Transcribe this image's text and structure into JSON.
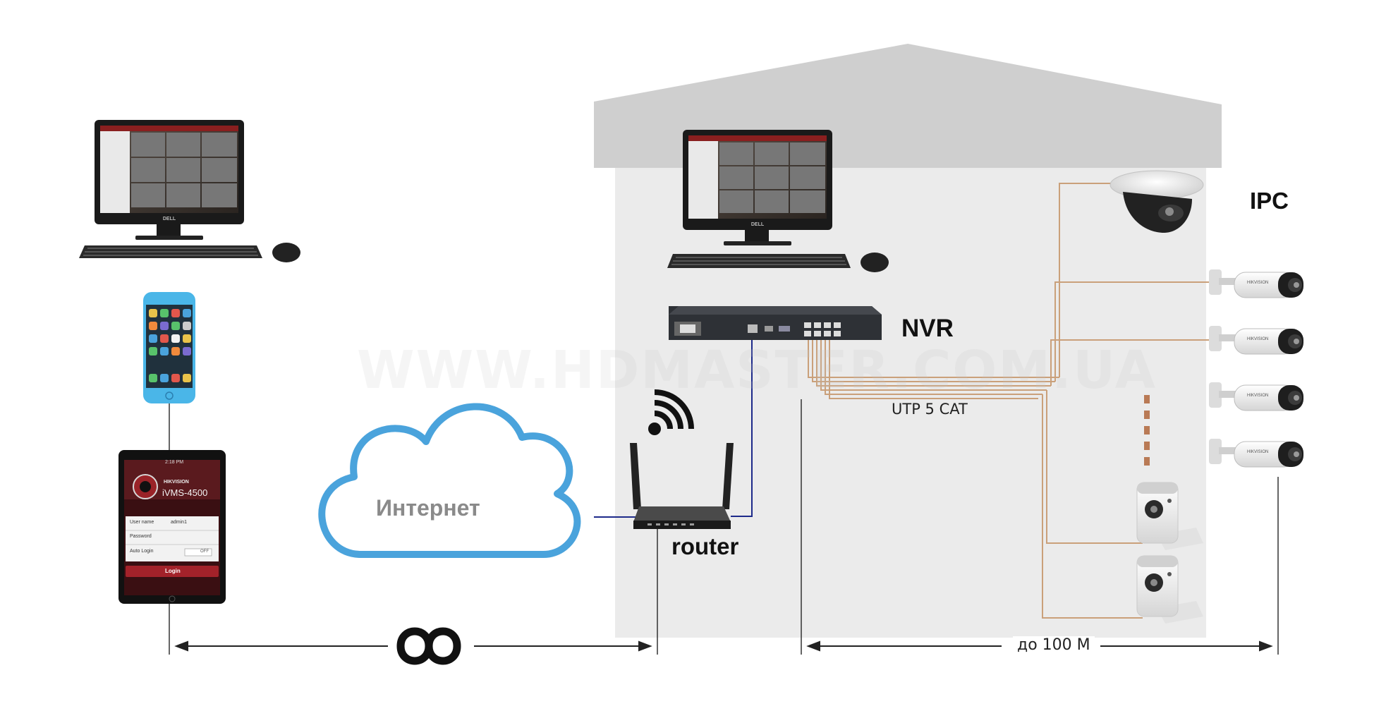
{
  "colors": {
    "house_wall": "#ebebeb",
    "house_roof": "#cfcfcf",
    "cloud_stroke": "#4aa3dc",
    "utp_cable": "#caa07a",
    "lan_cable": "#1d2a8a",
    "dimension_line": "#222222"
  },
  "labels": {
    "ipc": "IPC",
    "nvr": "NVR",
    "router": "router",
    "cloud": "Интернет",
    "utp": "UTP 5 CAT",
    "distance": "до 100 М",
    "infinity": "∞",
    "watermark": "WWW.HDMASTER.COM.UA"
  },
  "tablet_app": {
    "brand": "HIKVISION",
    "app_name": "iVMS-4500",
    "time": "2:18 PM",
    "username_label": "User name",
    "username_value": "admin1",
    "password_label": "Password",
    "auto_login_label": "Auto Login",
    "toggle_value": "OFF",
    "login_button": "Login"
  },
  "monitor": {
    "brand": "DELL"
  },
  "camera": {
    "brand": "HIKVISION"
  },
  "icons": {
    "wifi": "wifi-icon",
    "cloud": "cloud-icon",
    "infinity": "infinity-icon"
  }
}
